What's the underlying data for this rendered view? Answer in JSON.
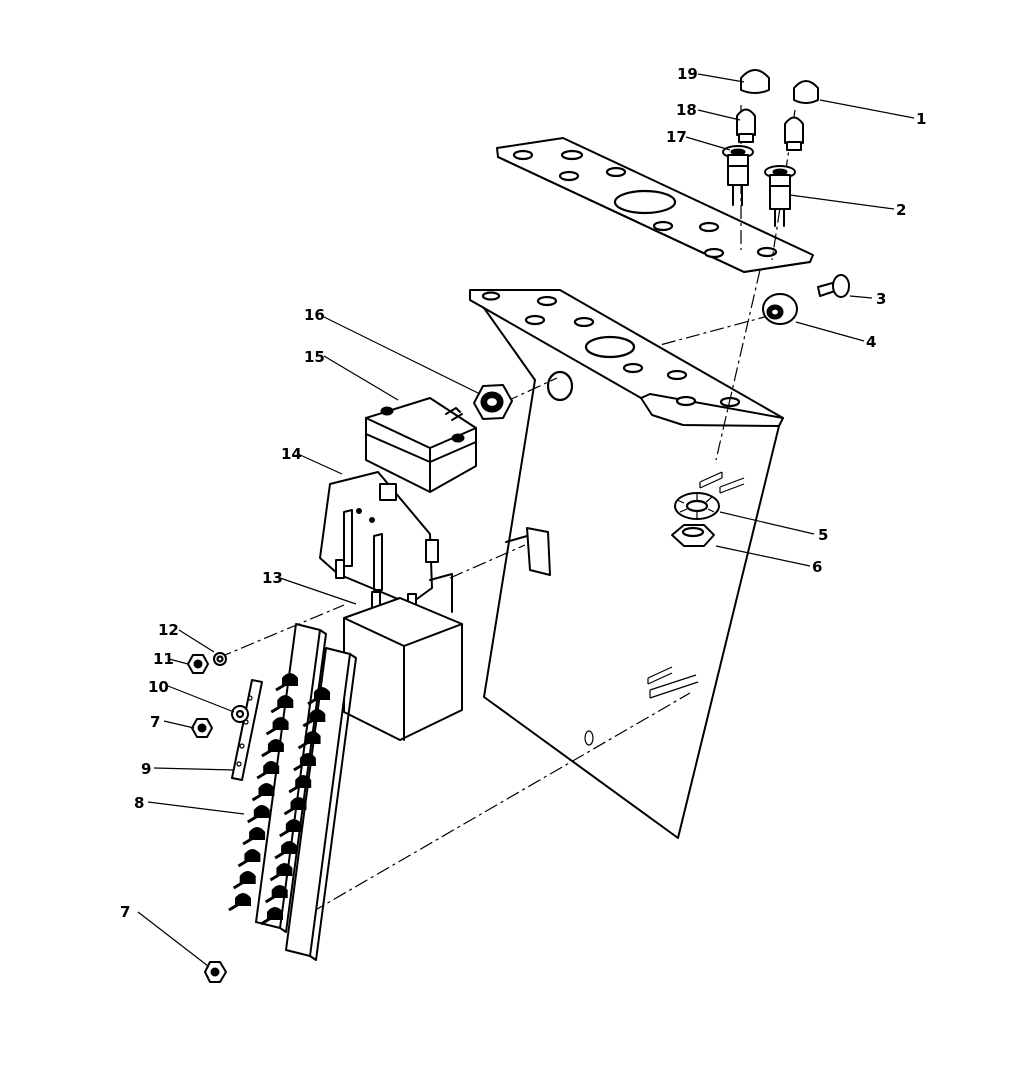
{
  "callouts": [
    {
      "n": "1"
    },
    {
      "n": "2"
    },
    {
      "n": "3"
    },
    {
      "n": "4"
    },
    {
      "n": "5"
    },
    {
      "n": "6"
    },
    {
      "n": "7"
    },
    {
      "n": "8"
    },
    {
      "n": "9"
    },
    {
      "n": "10"
    },
    {
      "n": "11"
    },
    {
      "n": "12"
    },
    {
      "n": "13"
    },
    {
      "n": "14"
    },
    {
      "n": "15"
    },
    {
      "n": "16"
    },
    {
      "n": "17"
    },
    {
      "n": "18"
    },
    {
      "n": "19"
    },
    {
      "n": "7"
    }
  ]
}
